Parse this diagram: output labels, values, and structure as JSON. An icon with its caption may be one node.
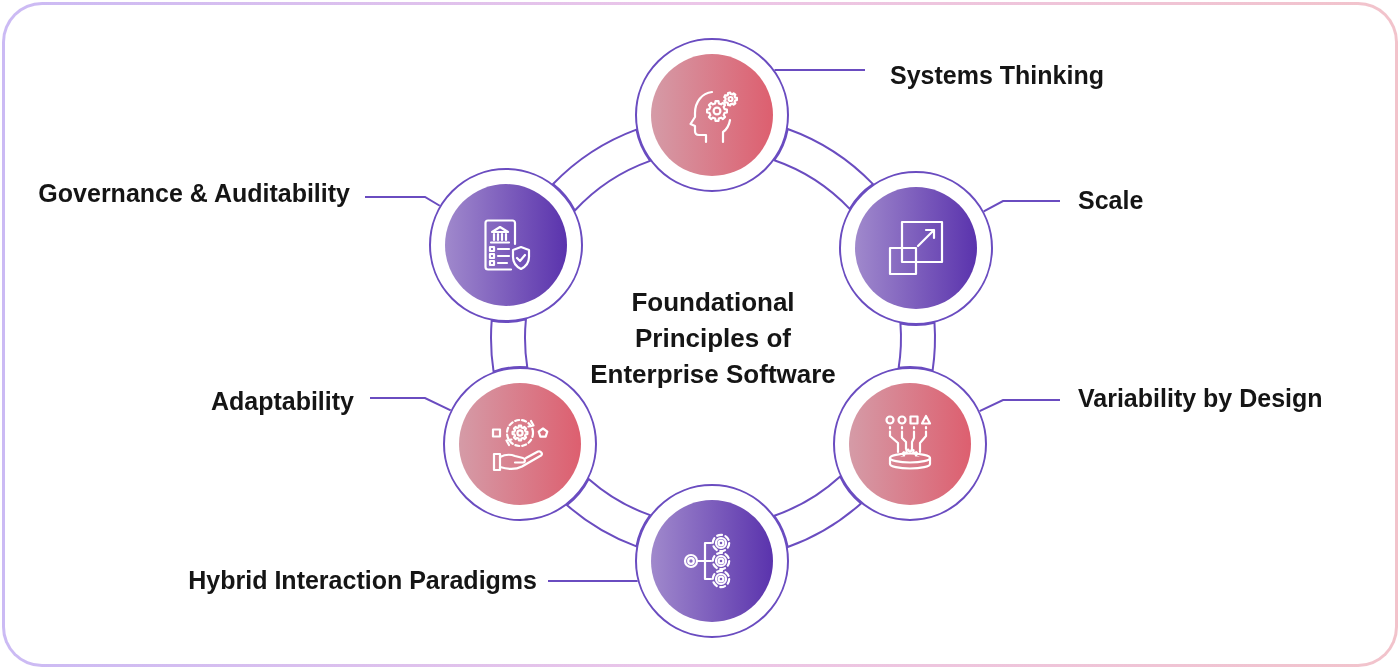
{
  "diagram": {
    "title": "Foundational Principles of Enterprise Software",
    "nodes": [
      {
        "text": [
          "Systems Thinking"
        ]
      },
      {
        "text": [
          "Governance & Auditability"
        ]
      },
      {
        "text": [
          "Scale"
        ]
      },
      {
        "text": [
          "Adaptability"
        ]
      },
      {
        "text": [
          "Variability by Design"
        ]
      },
      {
        "text": [
          "Hybrid Interaction Paradigms"
        ]
      },
      {
        "text": [],
        "shape": "circle"
      },
      {
        "text": [],
        "shape": "circle"
      },
      {
        "text": [],
        "shape": "circle"
      },
      {
        "text": [],
        "shape": "circle"
      },
      {
        "text": [],
        "shape": "circle"
      },
      {
        "text": [],
        "shape": "circle"
      }
    ],
    "edges": [
      {
        "from": 0,
        "to": 6,
        "arrow": "none"
      },
      {
        "from": 1,
        "to": 7,
        "arrow": "none"
      },
      {
        "from": 2,
        "to": 8,
        "arrow": "none"
      },
      {
        "from": 3,
        "to": 9,
        "arrow": "none"
      },
      {
        "from": 4,
        "to": 10,
        "arrow": "none"
      },
      {
        "from": 5,
        "to": 11,
        "arrow": "none"
      },
      {
        "from": 6,
        "to": 8,
        "arrow": "none",
        "style": "thick"
      },
      {
        "from": 8,
        "to": 10,
        "arrow": "none",
        "style": "thick"
      },
      {
        "from": 10,
        "to": 11,
        "arrow": "none",
        "style": "thick"
      },
      {
        "from": 11,
        "to": 9,
        "arrow": "none",
        "style": "thick"
      },
      {
        "from": 9,
        "to": 7,
        "arrow": "none",
        "style": "thick"
      },
      {
        "from": 7,
        "to": 6,
        "arrow": "none",
        "style": "thick"
      }
    ]
  }
}
